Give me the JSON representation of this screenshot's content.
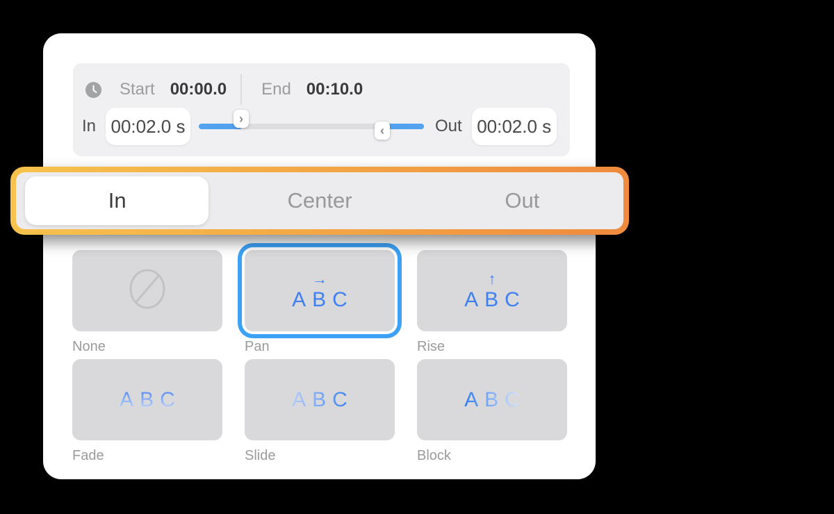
{
  "timing": {
    "start_label": "Start",
    "start_value": "00:00.0",
    "end_label": "End",
    "end_value": "00:10.0",
    "in_label": "In",
    "in_value": "00:02.0 s",
    "out_label": "Out",
    "out_value": "00:02.0 s",
    "in_handle_glyph": "›",
    "out_handle_glyph": "‹"
  },
  "position_tabs": {
    "items": [
      {
        "label": "In",
        "selected": true
      },
      {
        "label": "Center",
        "selected": false
      },
      {
        "label": "Out",
        "selected": false
      }
    ]
  },
  "animations": {
    "sample_text": "ABC",
    "items": [
      {
        "label": "None",
        "icon": "prohibited-icon",
        "selected": false
      },
      {
        "label": "Pan",
        "icon": "arrow-right-icon",
        "glyph": "→",
        "selected": true
      },
      {
        "label": "Rise",
        "icon": "arrow-up-icon",
        "glyph": "↑",
        "selected": false
      },
      {
        "label": "Fade",
        "effect": "fade-down",
        "selected": false
      },
      {
        "label": "Slide",
        "effect": "fade-from-left",
        "selected": false
      },
      {
        "label": "Block",
        "effect": "fade-to-right",
        "selected": false
      }
    ]
  },
  "colors": {
    "accent_blue": "#3e80f2",
    "selection_border_blue": "#3da2f5",
    "slider_blue": "#52a2f0",
    "highlight_gradient_start": "#f7c34c",
    "highlight_gradient_end": "#ef8a3e",
    "panel_gray": "#f0f0f2",
    "tile_gray": "#d9d9db"
  }
}
